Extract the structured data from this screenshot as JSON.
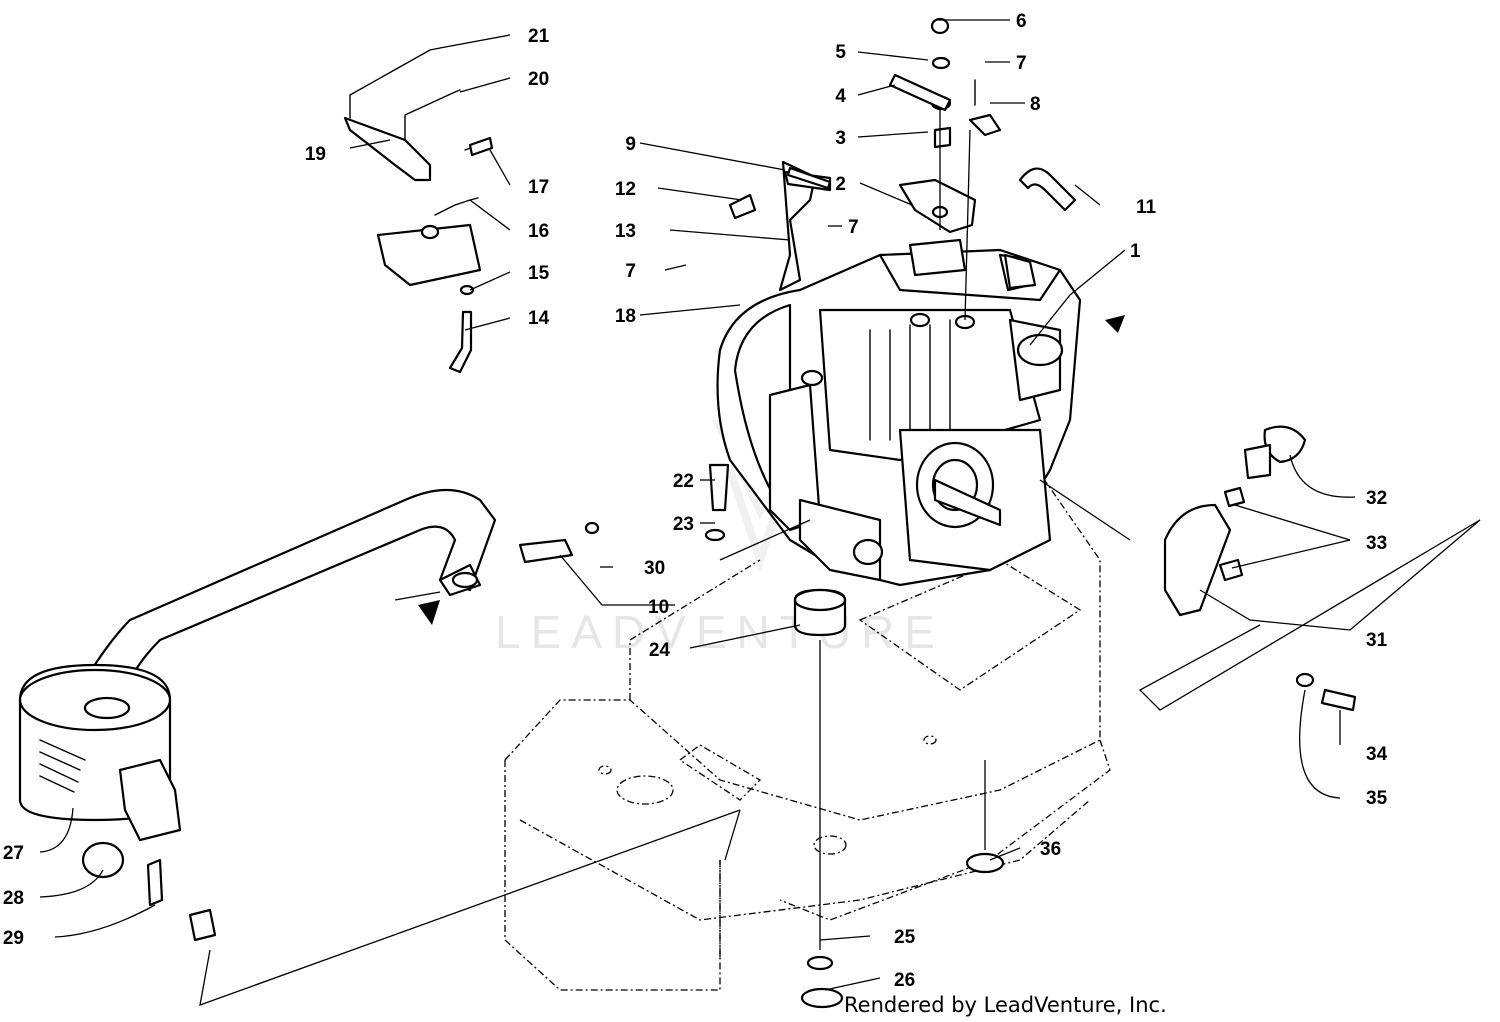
{
  "watermark": "LEADVENTURE",
  "credit": "Rendered by LeadVenture, Inc.",
  "callouts": [
    "1",
    "2",
    "3",
    "4",
    "5",
    "6",
    "7",
    "7",
    "7",
    "8",
    "9",
    "10",
    "11",
    "12",
    "13",
    "14",
    "15",
    "16",
    "17",
    "18",
    "19",
    "20",
    "21",
    "22",
    "23",
    "24",
    "25",
    "26",
    "27",
    "28",
    "29",
    "30",
    "31",
    "32",
    "33",
    "34",
    "35",
    "36"
  ]
}
